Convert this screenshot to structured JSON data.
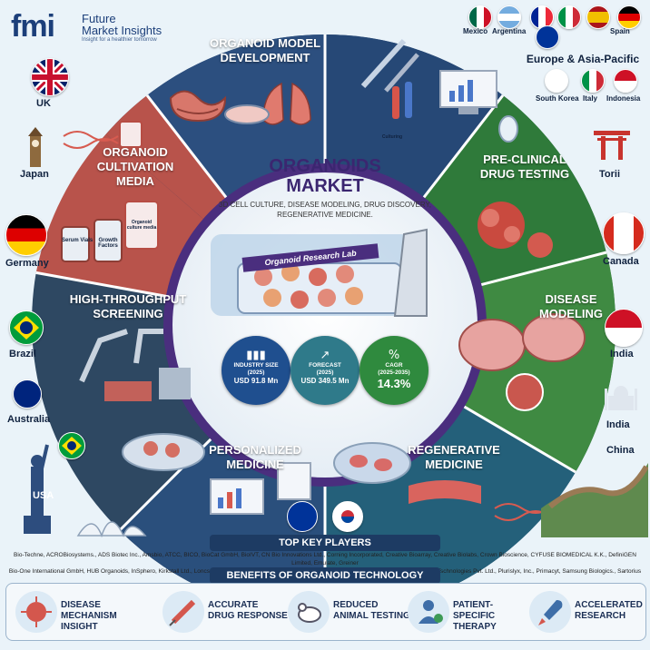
{
  "logo": {
    "mark": "fmi",
    "name_line1": "Future",
    "name_line2": "Market Insights",
    "tagline": "Insight for a healthier tomorrow"
  },
  "center": {
    "title_line1": "ORGANOIDS",
    "title_line2": "MARKET",
    "subtitle_line1": "3D CELL CULTURE, DISEASE MODELING, DRUG DISCOVERY,",
    "subtitle_line2": "REGENERATIVE MEDICINE.",
    "lab_label": "Organoid Research Lab"
  },
  "metrics": [
    {
      "title": "INDUSTRY SIZE",
      "period": "(2025)",
      "value": "USD 91.8 Mn",
      "color": "#1f4f8f"
    },
    {
      "title": "FORECAST",
      "period": "(2025)",
      "value": "USD 349.5 Mn",
      "color": "#2f7a8a"
    },
    {
      "title": "CAGR",
      "period": "(2025-2035)",
      "value": "14.3%",
      "color": "#2f8a3e"
    }
  ],
  "segments": {
    "model_dev": {
      "line1": "ORGANOID MODEL",
      "line2": "DEVELOPMENT"
    },
    "cultivation": {
      "line1": "ORGANOID",
      "line2": "CULTIVATION",
      "line3": "MEDIA"
    },
    "preclinical": {
      "line1": "PRE-CLINICAL",
      "line2": "DRUG TESTING"
    },
    "htp": {
      "line1": "HIGH-THROUGHPUT",
      "line2": "SCREENING"
    },
    "disease": {
      "line1": "DISEASE",
      "line2": "MODELING"
    },
    "personalized": {
      "line1": "PERSONALIZED",
      "line2": "MEDICINE"
    },
    "regenerative": {
      "line1": "REGENERATIVE",
      "line2": "MEDICINE"
    }
  },
  "item_labels": {
    "serum": "Serum Vials",
    "growth": "Growth Factors",
    "supplement": "Organoid culture media",
    "dish": "Culturing"
  },
  "countries": {
    "mexico": "Mexico",
    "argentina": "Argentina",
    "spain": "Spain",
    "europe_apac": "Europe & Asia-Pacific",
    "south_korea": "South Korea",
    "italy": "Italy",
    "indonesia": "Indonesia",
    "uk": "UK",
    "japan": "Japan",
    "germany": "Germany",
    "brazil": "Brazil",
    "australia": "Australia",
    "usa": "USA",
    "torii": "Torii",
    "canada": "Canada",
    "india1": "India",
    "india2": "India",
    "china": "China"
  },
  "key_players": {
    "title": "TOP KEY PLAYERS",
    "line1": "Bio-Techne, ACROBiosystems., ADS Biotec Inc., Amsbio, ATCC, BICO, BioCat GmbH, BioIVT, CN Bio Innovations Ltd., Corning Incorporated, Creative Bioarray, Creative Biolabs, Crown Bioscience, CYFUSE BIOMEDICAL K.K., DefiniGEN Limited, Emulate, Greiner",
    "line2": "Bio-One International GmbH, HUB Organoids, InSphero, Kirkstall Ltd., Loncs, Merck KGaA, Miltenyi Biotec, MIMETAS, ORGANOIDSCIENCES Co.,Ltd., Panderum Tschnologies Pvt. Ltd., Plurislyx, Inc., Primacyt, Samsung Biologics., Sartorius AG and Others"
  },
  "benefits": {
    "title": "BENEFITS OF ORGANOID TECHNOLOGY",
    "items": [
      {
        "line1": "DISEASE",
        "line2": "MECHANISM INSIGHT",
        "icon": "virus-icon"
      },
      {
        "line1": "ACCURATE",
        "line2": "DRUG RESPONSE",
        "icon": "syringe-icon"
      },
      {
        "line1": "REDUCED",
        "line2": "ANIMAL TESTING",
        "icon": "mouse-icon"
      },
      {
        "line1": "PATIENT-SPECIFIC",
        "line2": "THERAPY",
        "icon": "person-icon"
      },
      {
        "line1": "ACCELERATED",
        "line2": "RESEARCH",
        "icon": "rocket-icon"
      }
    ]
  },
  "colors": {
    "navy": "#1d3b63",
    "red": "#b8534b",
    "green": "#2f7a3a",
    "purple": "#4a2e7e",
    "teal": "#24607a"
  }
}
